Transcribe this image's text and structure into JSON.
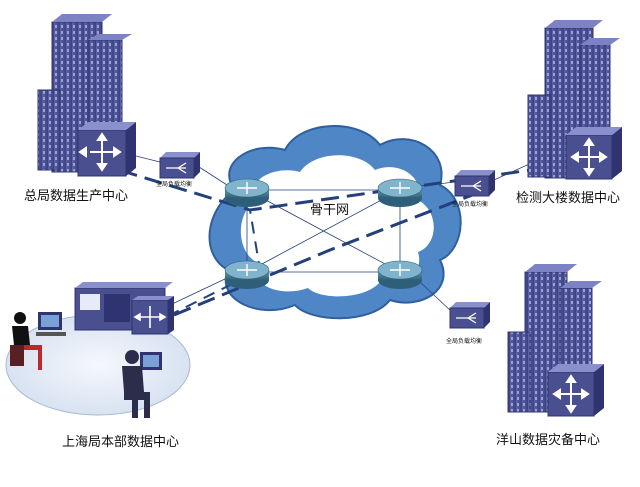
{
  "core": {
    "label": "骨干网"
  },
  "data_centers": {
    "hq_production": {
      "label": "总局数据生产中心"
    },
    "inspection_building": {
      "label": "检测大楼数据中心"
    },
    "shanghai_hq": {
      "label": "上海局本部数据中心"
    },
    "yangshan_dr": {
      "label": "洋山数据灾备中心"
    }
  },
  "load_balancer": {
    "lb1": {
      "label": "全局负载均衡"
    },
    "lb2": {
      "label": "全局负载均衡"
    },
    "lb3": {
      "label": "全局负载均衡"
    }
  },
  "colors": {
    "building": "#4a4f8f",
    "building_dark": "#2f3470",
    "cloud": "#4f86c6",
    "cloud_inner": "#ffffff",
    "router": "#3a6f8a",
    "link": "#24407a",
    "lan_ellipse": "#dfe8f5"
  }
}
